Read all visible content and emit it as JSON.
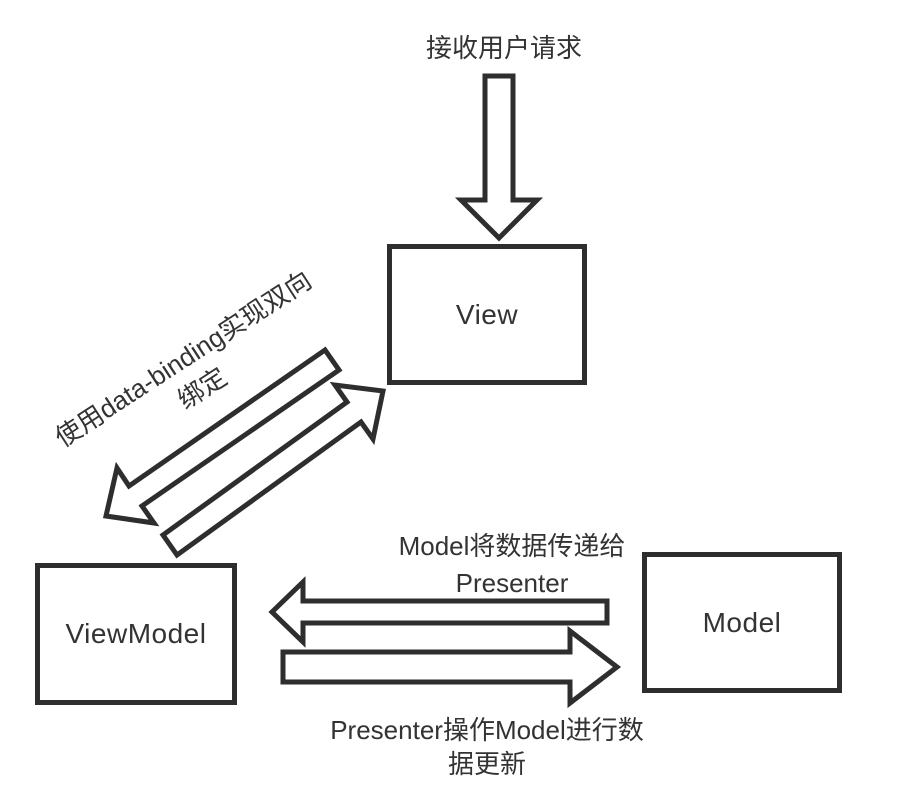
{
  "diagram": {
    "title_implied": "MVVM data-binding diagram",
    "colors": {
      "background": "#ffffff",
      "stroke": "#2e2e2e",
      "text": "#333333"
    },
    "boxes": {
      "view": "View",
      "viewmodel": "ViewModel",
      "model": "Model"
    },
    "labels": {
      "receive_request": "接收用户请求",
      "data_binding": "使用data-binding实现双向\n绑定",
      "model_to_presenter": "Model将数据传递给\nPresenter",
      "presenter_to_model": "Presenter操作Model进行数\n据更新"
    },
    "edges": [
      {
        "name": "user-request-arrow",
        "direction": "down",
        "from": "user",
        "to": "view"
      },
      {
        "name": "binding-arrow-to-viewmodel",
        "direction": "down-left",
        "from": "view",
        "to": "viewmodel"
      },
      {
        "name": "binding-arrow-to-view",
        "direction": "up-right",
        "from": "viewmodel",
        "to": "view"
      },
      {
        "name": "model-to-viewmodel-arrow",
        "direction": "left",
        "from": "model",
        "to": "viewmodel"
      },
      {
        "name": "viewmodel-to-model-arrow",
        "direction": "right",
        "from": "viewmodel",
        "to": "model"
      }
    ]
  }
}
